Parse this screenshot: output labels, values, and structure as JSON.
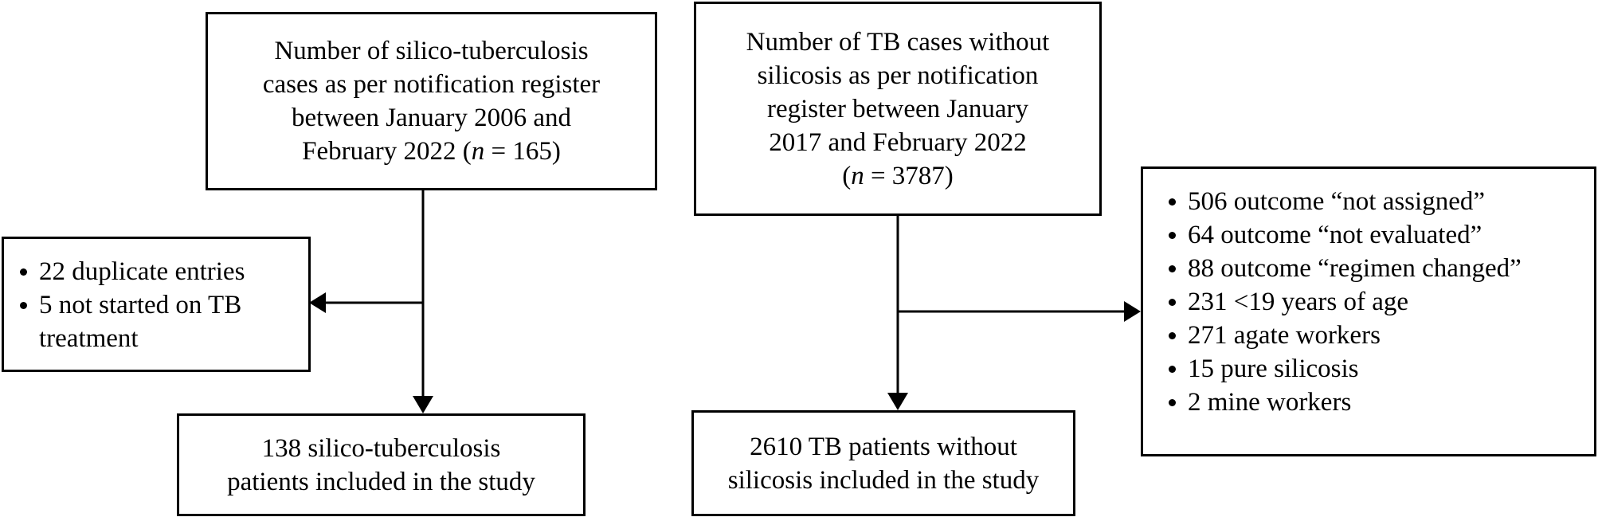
{
  "left": {
    "top_box": {
      "lines": [
        "Number of silico-tuberculosis",
        "cases as per notification register",
        "between January 2006 and"
      ],
      "last_prefix": "February 2022 (",
      "n_symbol": "n",
      "last_suffix": " = 165)"
    },
    "exclusion_box": {
      "items": [
        "22 duplicate entries",
        "5 not started on TB"
      ],
      "item2_cont": "treatment"
    },
    "bottom_box": {
      "lines": [
        "138 silico-tuberculosis",
        "patients included in the study"
      ]
    }
  },
  "right": {
    "top_box": {
      "lines": [
        "Number of TB cases without",
        "silicosis as per notification",
        "register between January",
        "2017 and February 2022"
      ],
      "last_prefix": "(",
      "n_symbol": "n",
      "last_suffix": " = 3787)"
    },
    "exclusion_box": {
      "items": [
        "506 outcome “not assigned”",
        "64 outcome “not evaluated”",
        "88 outcome “regimen changed”",
        "231 <19 years of age",
        "271 agate workers",
        "15 pure silicosis",
        "2 mine workers"
      ]
    },
    "bottom_box": {
      "lines": [
        "2610 TB patients without",
        "silicosis included in the study"
      ]
    }
  }
}
